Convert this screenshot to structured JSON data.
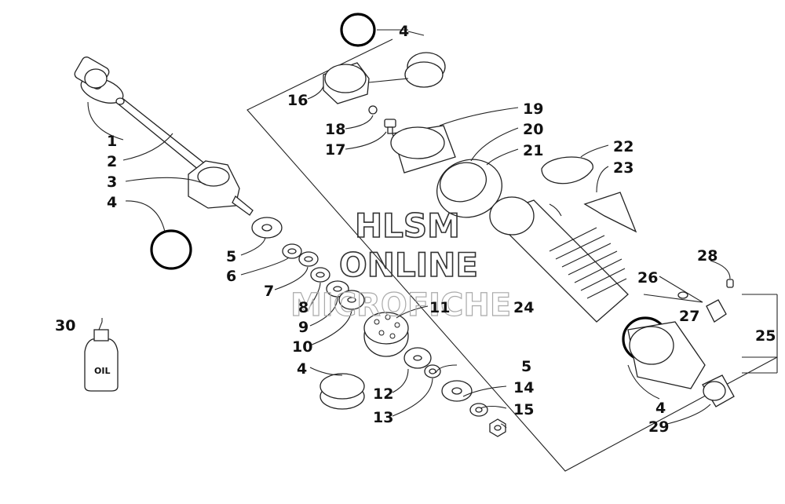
{
  "callouts": [
    {
      "id": "1",
      "text": "1"
    },
    {
      "id": "2",
      "text": "2"
    },
    {
      "id": "3",
      "text": "3"
    },
    {
      "id": "4a",
      "text": "4"
    },
    {
      "id": "4b",
      "text": "4"
    },
    {
      "id": "4c",
      "text": "4"
    },
    {
      "id": "4d",
      "text": "4"
    },
    {
      "id": "5a",
      "text": "5"
    },
    {
      "id": "5b",
      "text": "5"
    },
    {
      "id": "6",
      "text": "6"
    },
    {
      "id": "7",
      "text": "7"
    },
    {
      "id": "8",
      "text": "8"
    },
    {
      "id": "9",
      "text": "9"
    },
    {
      "id": "10",
      "text": "10"
    },
    {
      "id": "11",
      "text": "11"
    },
    {
      "id": "12",
      "text": "12"
    },
    {
      "id": "13",
      "text": "13"
    },
    {
      "id": "14",
      "text": "14"
    },
    {
      "id": "15",
      "text": "15"
    },
    {
      "id": "16",
      "text": "16"
    },
    {
      "id": "17",
      "text": "17"
    },
    {
      "id": "18",
      "text": "18"
    },
    {
      "id": "19",
      "text": "19"
    },
    {
      "id": "20",
      "text": "20"
    },
    {
      "id": "21",
      "text": "21"
    },
    {
      "id": "22",
      "text": "22"
    },
    {
      "id": "23",
      "text": "23"
    },
    {
      "id": "24",
      "text": "24"
    },
    {
      "id": "25",
      "text": "25"
    },
    {
      "id": "26",
      "text": "26"
    },
    {
      "id": "27",
      "text": "27"
    },
    {
      "id": "28",
      "text": "28"
    },
    {
      "id": "29",
      "text": "29"
    },
    {
      "id": "30",
      "text": "30"
    }
  ],
  "oil_bottle_label": "OIL",
  "watermark": {
    "line1": "HLSM",
    "line2": "ONLINE",
    "line3": "MICROFICHE"
  }
}
